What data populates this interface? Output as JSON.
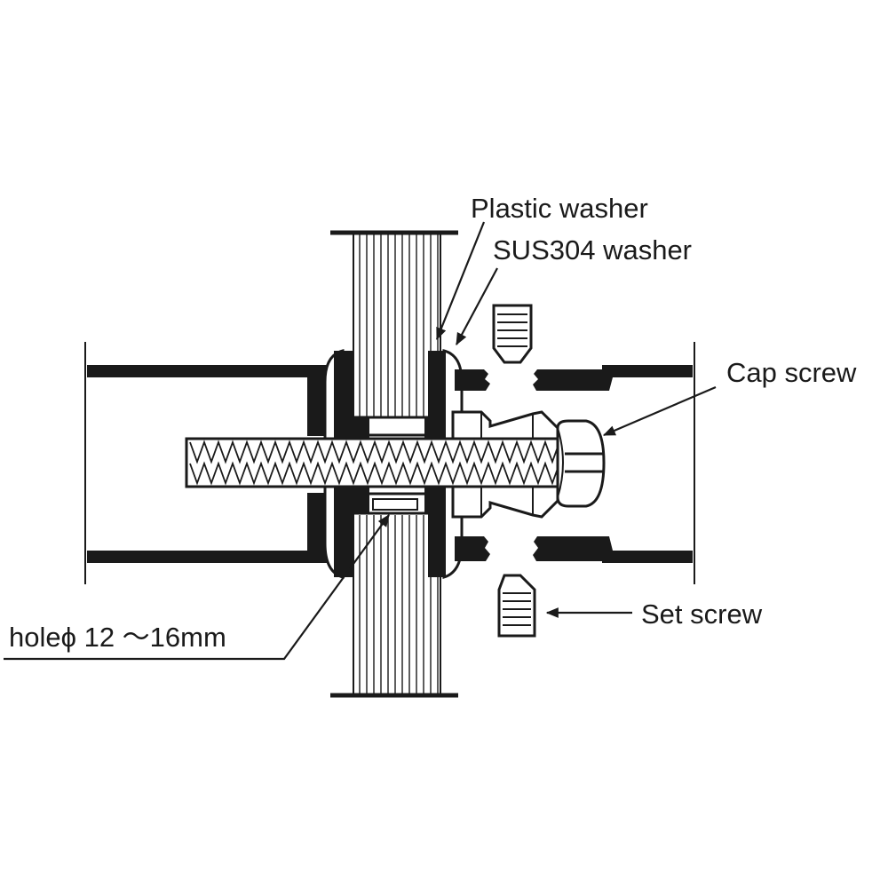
{
  "diagram": {
    "labels": {
      "plastic_washer": "Plastic washer",
      "sus304_washer": "SUS304 washer",
      "cap_screw": "Cap screw",
      "set_screw": "Set screw",
      "hole": "holeϕ 12 〜16mm"
    },
    "colors": {
      "ink": "#1a1a1a",
      "background": "#ffffff"
    }
  }
}
